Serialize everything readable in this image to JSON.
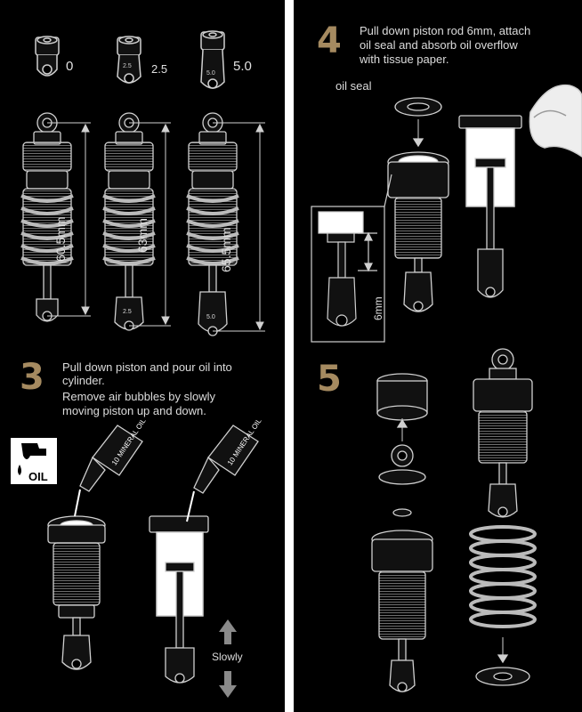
{
  "step3": {
    "number": "3",
    "text_lines": [
      "Pull down piston and pour oil into",
      "cylinder.",
      "Remove air bubbles by slowly",
      "moving piston up and down."
    ],
    "oil_label": "OIL",
    "bottle_label": "10 MINERAL OIL",
    "slowly_label": "Slowly"
  },
  "step4": {
    "number": "4",
    "text_lines": [
      "Pull down piston rod 6mm, attach",
      "oil seal and absorb oil overflow",
      "with tissue paper."
    ],
    "oil_seal_label": "oil seal",
    "measure_label": "6mm"
  },
  "step5": {
    "number": "5"
  },
  "ends": [
    {
      "label": "0"
    },
    {
      "label": "2.5"
    },
    {
      "label": "5.0"
    }
  ],
  "shocks": [
    {
      "length_label": "60.5mm",
      "end_label": ""
    },
    {
      "length_label": "63mm",
      "end_label": "2.5"
    },
    {
      "length_label": "65.5mm",
      "end_label": "5.0"
    }
  ],
  "colors": {
    "background": "#000000",
    "line": "#d0d0d0",
    "accent": "#a58a60",
    "divider": "#ffffff"
  }
}
